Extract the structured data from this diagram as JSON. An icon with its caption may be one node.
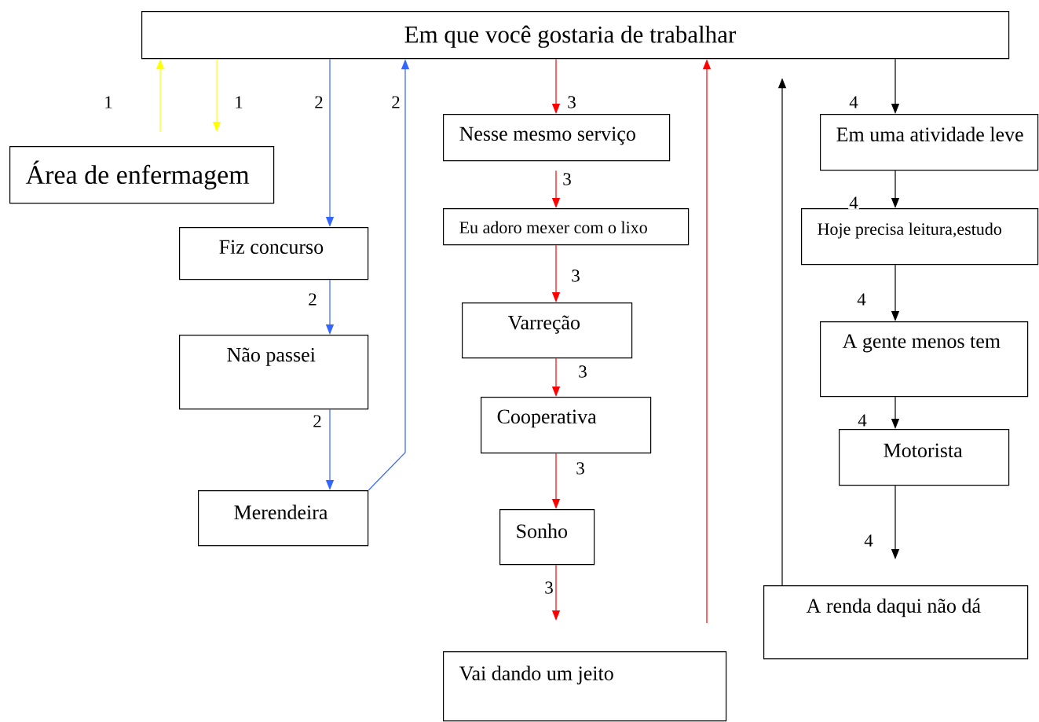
{
  "diagram": {
    "nodes": [
      {
        "text": [
          "Em que você gostaria de trabalhar"
        ]
      },
      {
        "text": [
          "Área de enfermagem"
        ]
      },
      {
        "text": [
          "Fiz concurso"
        ]
      },
      {
        "text": [
          "Não passei"
        ]
      },
      {
        "text": [
          "Merendeira"
        ]
      },
      {
        "text": [
          "Nesse mesmo serviço"
        ]
      },
      {
        "text": [
          "Eu adoro mexer com o lixo"
        ]
      },
      {
        "text": [
          "Varreção"
        ]
      },
      {
        "text": [
          "Cooperativa"
        ]
      },
      {
        "text": [
          "Sonho"
        ]
      },
      {
        "text": [
          "Vai dando um jeito"
        ]
      },
      {
        "text": [
          "Em uma atividade leve"
        ]
      },
      {
        "text": [
          "Hoje precisa leitura,estudo"
        ]
      },
      {
        "text": [
          "A gente menos tem"
        ]
      },
      {
        "text": [
          "Motorista"
        ]
      },
      {
        "text": [
          "A renda daqui não dá"
        ]
      }
    ],
    "edges": [
      {
        "from": 1,
        "to": 0,
        "arrow": "to",
        "label": "1",
        "color": "#ffff00"
      },
      {
        "from": 0,
        "to": 1,
        "arrow": "to",
        "label": "1",
        "color": "#ffff00"
      },
      {
        "from": 0,
        "to": 2,
        "arrow": "to",
        "label": "2",
        "color": "#3366ff"
      },
      {
        "from": 2,
        "to": 3,
        "arrow": "to",
        "label": "2",
        "color": "#3366ff"
      },
      {
        "from": 3,
        "to": 4,
        "arrow": "to",
        "label": "2",
        "color": "#3366ff"
      },
      {
        "from": 4,
        "to": 0,
        "arrow": "to",
        "label": "2",
        "color": "#3366ff"
      },
      {
        "from": 0,
        "to": 5,
        "arrow": "to",
        "label": "3",
        "color": "#ff0000"
      },
      {
        "from": 5,
        "to": 6,
        "arrow": "to",
        "label": "3",
        "color": "#ff0000"
      },
      {
        "from": 6,
        "to": 7,
        "arrow": "to",
        "label": "3",
        "color": "#ff0000"
      },
      {
        "from": 7,
        "to": 8,
        "arrow": "to",
        "label": "3",
        "color": "#ff0000"
      },
      {
        "from": 8,
        "to": 9,
        "arrow": "to",
        "label": "3",
        "color": "#ff0000"
      },
      {
        "from": 9,
        "to": 10,
        "arrow": "to",
        "label": "3",
        "color": "#ff0000"
      },
      {
        "from": 10,
        "to": 0,
        "arrow": "to",
        "color": "#ff0000"
      },
      {
        "from": 0,
        "to": 11,
        "arrow": "to",
        "label": "4",
        "color": "#000000"
      },
      {
        "from": 11,
        "to": 12,
        "arrow": "to",
        "label": "4",
        "color": "#000000"
      },
      {
        "from": 12,
        "to": 13,
        "arrow": "to",
        "label": "4",
        "color": "#000000"
      },
      {
        "from": 13,
        "to": 14,
        "arrow": "to",
        "label": "4",
        "color": "#000000"
      },
      {
        "from": 14,
        "to": 15,
        "arrow": "to",
        "label": "4",
        "color": "#000000"
      },
      {
        "from": 15,
        "to": 0,
        "arrow": "to",
        "color": "#000000"
      }
    ]
  }
}
